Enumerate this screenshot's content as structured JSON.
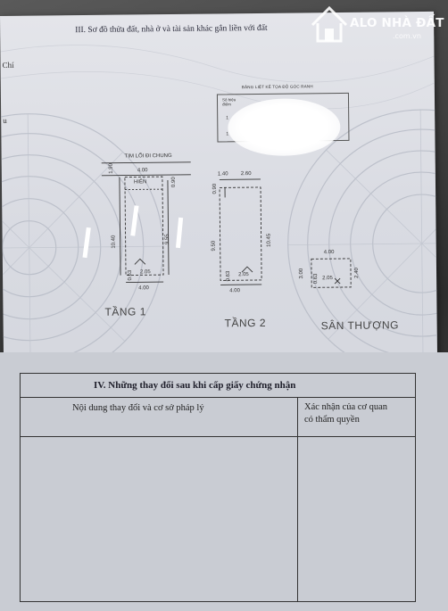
{
  "section3": {
    "title": "III. Sơ đồ thửa đất, nhà ở và tài sản khác gắn liền với đất"
  },
  "left_fragments": [
    "Chí",
    "u"
  ],
  "watermark": {
    "brand": "ALO NHÀ ĐẤT",
    "domain": ".com.vn"
  },
  "boundary_table": {
    "caption": "BẢNG LIỆT KÊ TỌA ĐỘ GÓC RANH",
    "header": "Số hiệu điểm",
    "rows": [
      "1",
      "1"
    ]
  },
  "floors": [
    {
      "label": "TẦNG 1",
      "top_note": "TIM LỐI ĐI CHUNG",
      "inner_note": "HIÊN",
      "dims": [
        "4.00",
        "1.90",
        "0.90",
        "10.40",
        "9.55",
        "0.63",
        "2.05",
        "4.00"
      ]
    },
    {
      "label": "TẦNG 2",
      "dims": [
        "1.40",
        "2.60",
        "0.90",
        "9.50",
        "10.45",
        "0.63",
        "2.05",
        "4.00"
      ]
    },
    {
      "label": "SÂN THƯỢNG",
      "dims": [
        "4.00",
        "3.00",
        "0.63",
        "2.05",
        "2.40"
      ]
    }
  ],
  "section4": {
    "title": "IV. Những thay đổi sau khi cấp giấy chứng nhận",
    "col1": "Nội dung thay đổi và cơ sở pháp lý",
    "col2_line1": "Xác nhận của cơ quan",
    "col2_line2": "có thẩm quyền"
  },
  "colors": {
    "paper": "#dcdee4",
    "ink": "#2a2a3a",
    "watermark": "#ffffff"
  }
}
